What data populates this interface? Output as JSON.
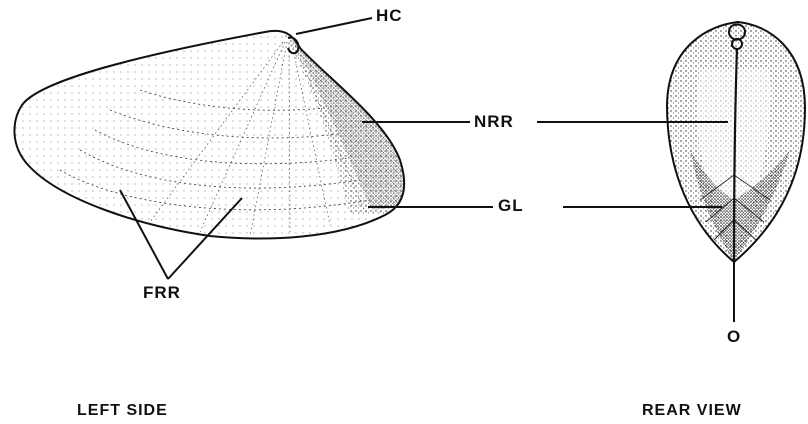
{
  "labels": {
    "hc": "HC",
    "nrr": "NRR",
    "gl": "GL",
    "frr": "FRR",
    "o": "O"
  },
  "captions": {
    "left": "LEFT SIDE",
    "rear": "REAR VIEW"
  },
  "colors": {
    "ink": "#111111",
    "background": "#ffffff"
  }
}
